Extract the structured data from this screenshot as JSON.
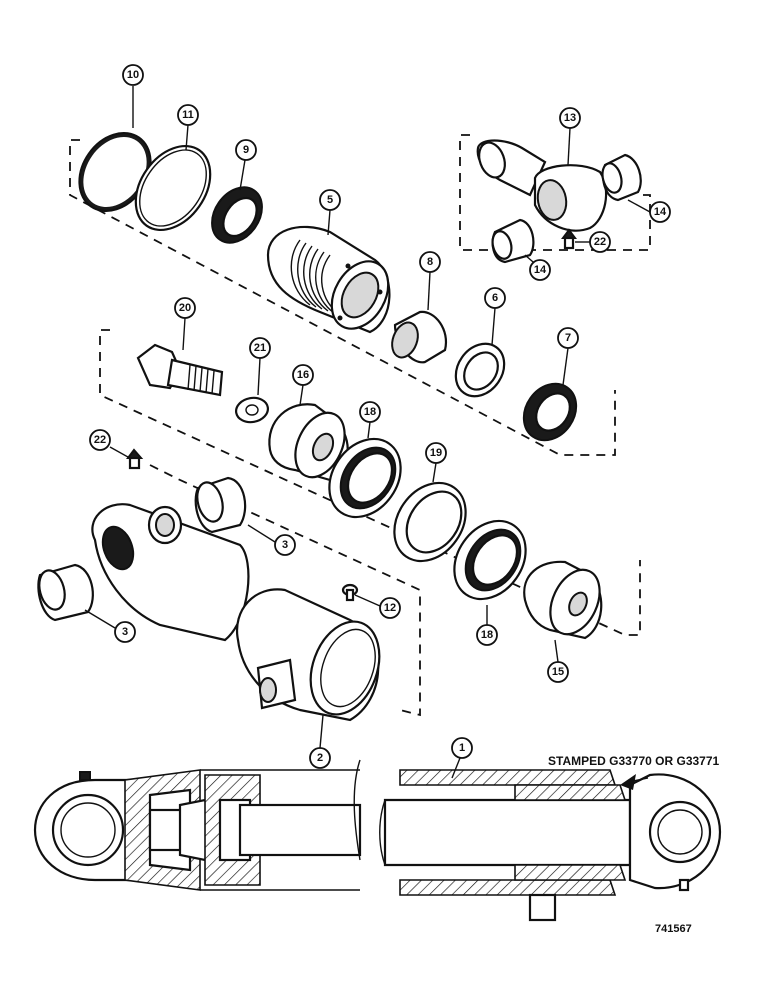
{
  "diagram": {
    "note": "STAMPED G33770 OR G33771",
    "drawing_number": "741567",
    "callouts": {
      "c10": "10",
      "c11": "11",
      "c9": "9",
      "c5": "5",
      "c13": "13",
      "c14a": "14",
      "c14b": "14",
      "c22a": "22",
      "c8": "8",
      "c6": "6",
      "c7": "7",
      "c20": "20",
      "c21": "21",
      "c16": "16",
      "c18a": "18",
      "c19": "19",
      "c22b": "22",
      "c3a": "3",
      "c3b": "3",
      "c12": "12",
      "c18b": "18",
      "c15": "15",
      "c2": "2",
      "c1": "1"
    }
  }
}
